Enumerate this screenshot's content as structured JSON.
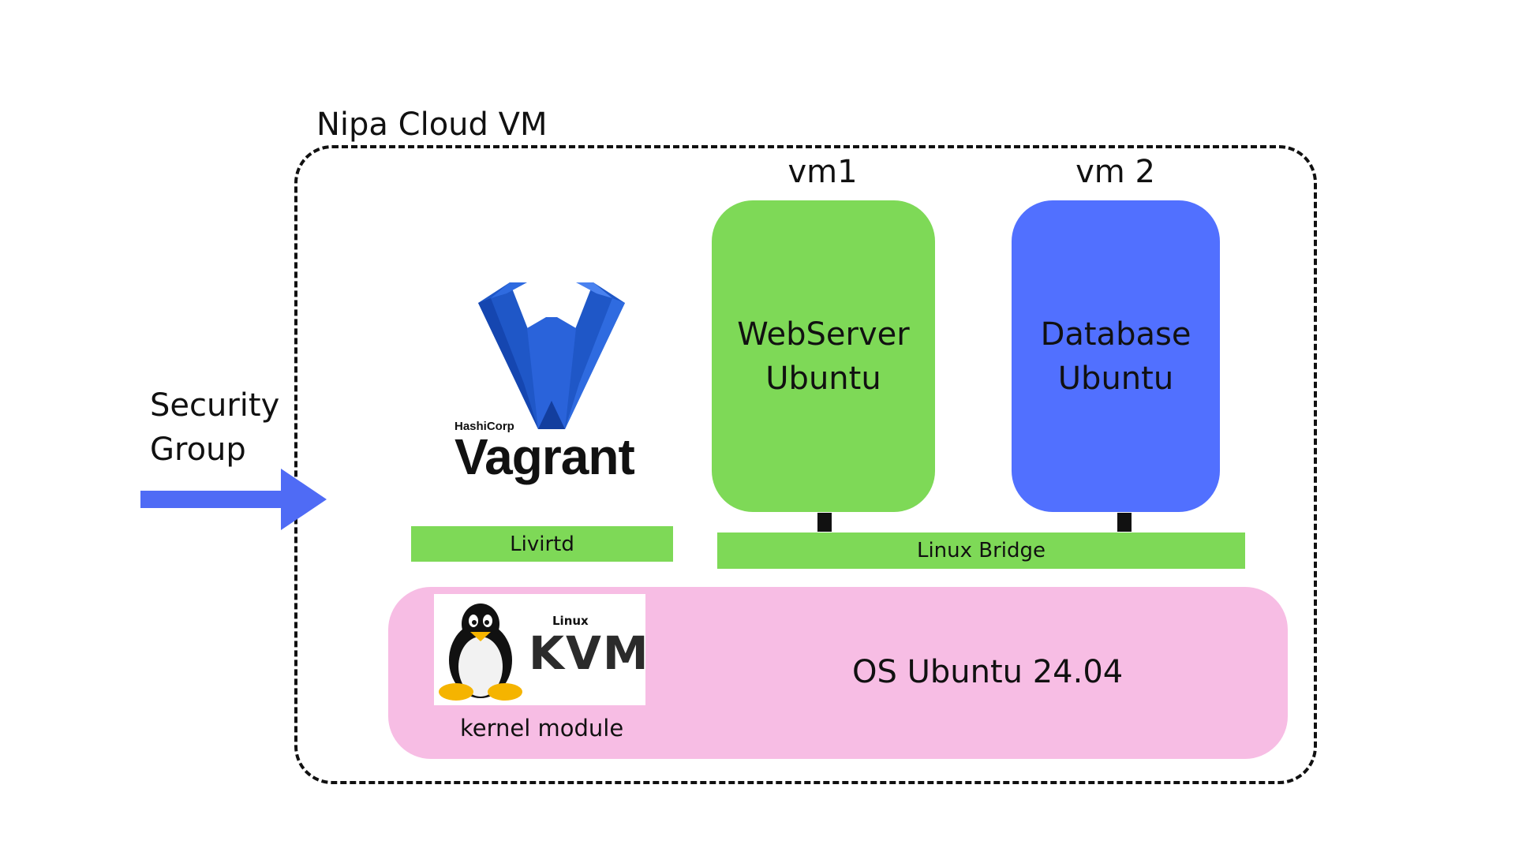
{
  "container": {
    "title": "Nipa Cloud VM"
  },
  "security": {
    "line1": "Security",
    "line2": "Group"
  },
  "vagrant": {
    "brand_small": "HashiCorp",
    "brand_big": "Vagrant",
    "bar_label": "Livirtd"
  },
  "vm1": {
    "caption": "vm1",
    "line1": "WebServer",
    "line2": "Ubuntu",
    "color": "#7ed957"
  },
  "vm2": {
    "caption": "vm 2",
    "line1": "Database",
    "line2": "Ubuntu",
    "color": "#5170ff"
  },
  "bridge": {
    "label": "Linux Bridge",
    "color": "#7ed957"
  },
  "kvm": {
    "small": "Linux",
    "big": "KVM",
    "caption": "kernel module"
  },
  "os": {
    "label": "OS Ubuntu 24.04",
    "color": "#f7bde4"
  },
  "icons": {
    "arrow": "arrow-right-icon",
    "vagrant_logo": "vagrant-v-logo",
    "tux": "tux-penguin-icon"
  }
}
